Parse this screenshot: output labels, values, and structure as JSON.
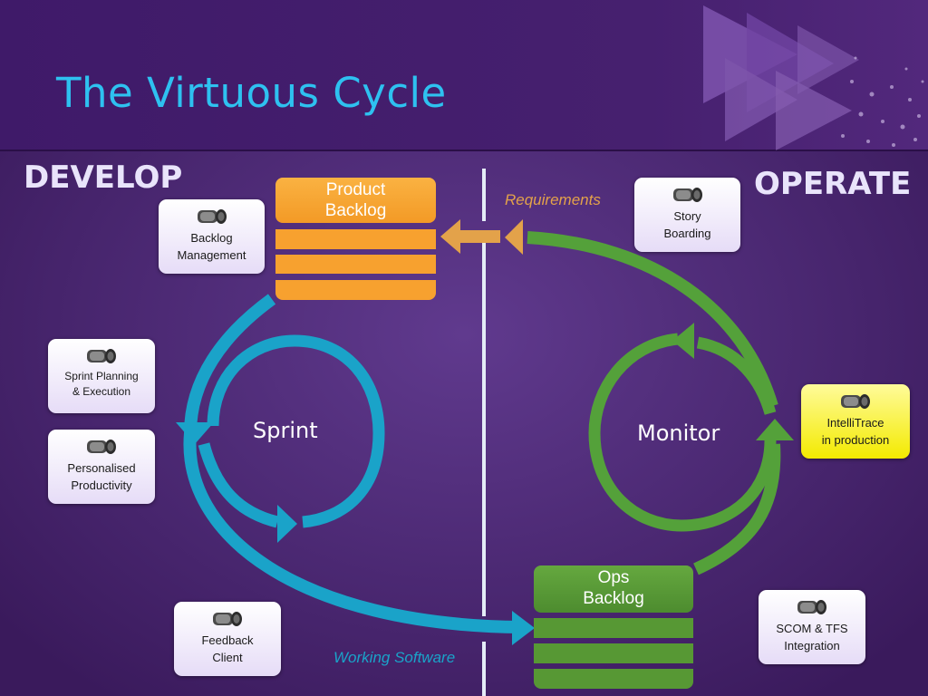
{
  "slide": {
    "title": "The Virtuous Cycle",
    "left_section": "DEVELOP",
    "right_section": "OPERATE"
  },
  "backlogs": {
    "product": {
      "line1": "Product",
      "line2": "Backlog"
    },
    "ops": {
      "line1": "Ops",
      "line2": "Backlog"
    }
  },
  "cycles": {
    "sprint": "Sprint",
    "monitor": "Monitor"
  },
  "flows": {
    "requirements": "Requirements",
    "working_software": "Working Software"
  },
  "tools": {
    "backlog_management": {
      "line1": "Backlog",
      "line2": "Management"
    },
    "sprint_planning": {
      "line1": "Sprint Planning",
      "line2": "& Execution"
    },
    "personalised_productivity": {
      "line1": "Personalised",
      "line2": "Productivity"
    },
    "feedback_client": {
      "line1": "Feedback",
      "line2": "Client"
    },
    "story_boarding": {
      "line1": "Story",
      "line2": "Boarding"
    },
    "intellitrace": {
      "line1": "IntelliTrace",
      "line2": "in production"
    },
    "scom_tfs": {
      "line1": "SCOM & TFS",
      "line2": "Integration"
    }
  },
  "icons": {
    "tool": "video-camera-icon",
    "decoration": "play-triangles-icon"
  },
  "colors": {
    "background": "#4a2570",
    "title": "#2ec1f0",
    "product_backlog": "#f7a12f",
    "ops_backlog": "#579834",
    "sprint_cycle": "#1aa3c9",
    "monitor_cycle": "#54a13a",
    "requirements_arrow": "#e3a24a",
    "divider": "#e4ecf7",
    "highlight_card": "#f5ee10"
  }
}
